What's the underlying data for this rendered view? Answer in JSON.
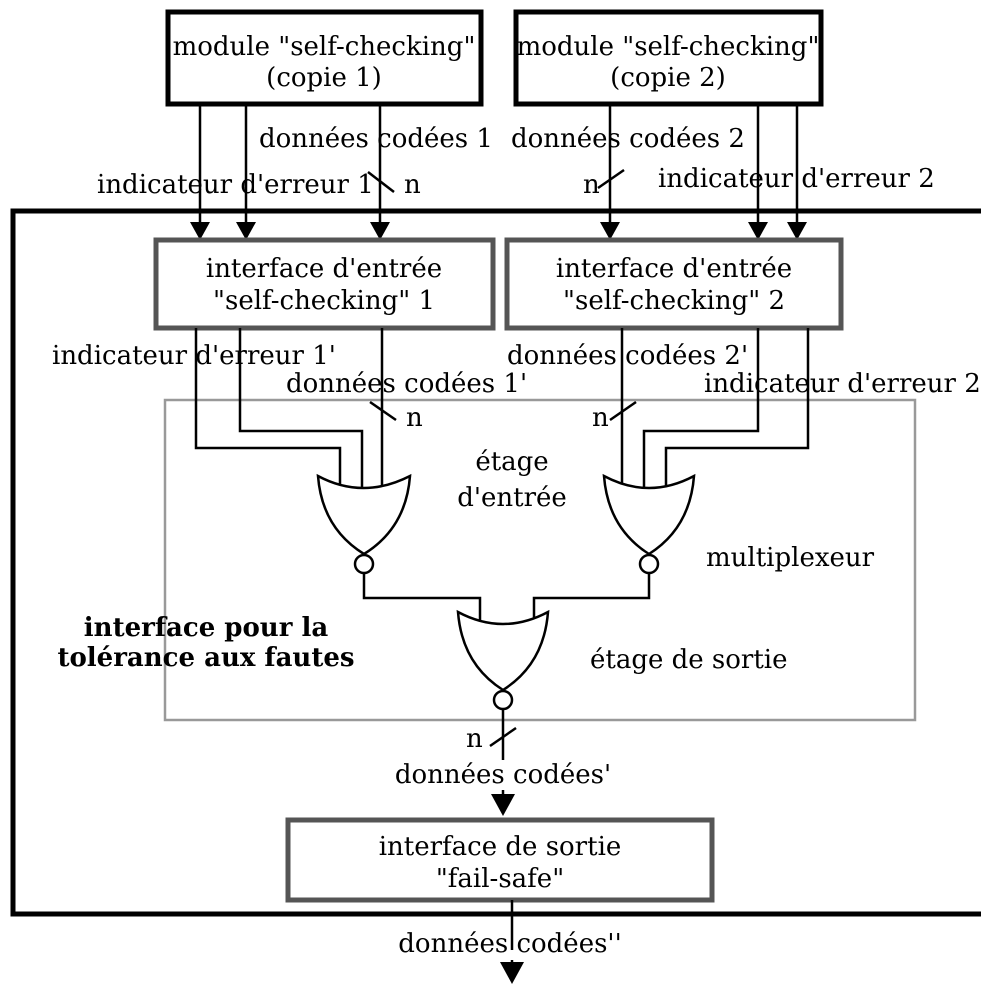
{
  "modules": {
    "copy1": {
      "line1": "module \"self-checking\"",
      "line2": "(copie 1)"
    },
    "copy2": {
      "line1": "module \"self-checking\"",
      "line2": "(copie 2)"
    }
  },
  "signals": {
    "coded_data_1": "données codées 1",
    "coded_data_2": "données codées 2",
    "error_ind_1": "indicateur d'erreur 1",
    "error_ind_2": "indicateur d'erreur 2",
    "coded_data_1p": "données codées 1'",
    "coded_data_2p": "données codées 2'",
    "error_ind_1p": "indicateur d'erreur 1'",
    "error_ind_2p": "indicateur d'erreur 2'",
    "coded_data_out": "données codées'",
    "coded_data_final": "données codées''",
    "bus_width": "n"
  },
  "interfaces": {
    "input1": {
      "line1": "interface d'entrée",
      "line2": "\"self-checking\" 1"
    },
    "input2": {
      "line1": "interface d'entrée",
      "line2": "\"self-checking\" 2"
    },
    "output": {
      "line1": "interface de sortie",
      "line2": "\"fail-safe\""
    }
  },
  "labels": {
    "input_stage_1": "étage",
    "input_stage_2": "d'entrée",
    "multiplexer": "multiplexeur",
    "output_stage": "étage de sortie",
    "fault_tolerance_1": "interface pour la",
    "fault_tolerance_2": "tolérance aux fautes"
  }
}
